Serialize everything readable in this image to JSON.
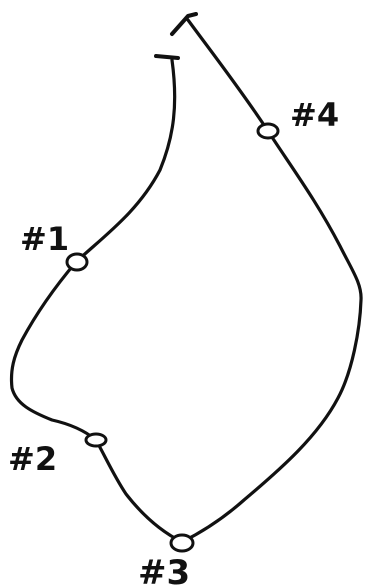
{
  "diagram": {
    "points": [
      {
        "id": "p1",
        "label": "#1"
      },
      {
        "id": "p2",
        "label": "#2"
      },
      {
        "id": "p3",
        "label": "#3"
      },
      {
        "id": "p4",
        "label": "#4"
      }
    ],
    "colors": {
      "ink": "#111111",
      "paper": "#ffffff"
    }
  }
}
